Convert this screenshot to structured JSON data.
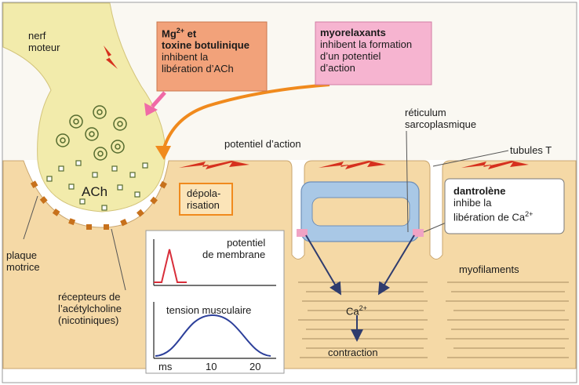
{
  "labels": {
    "nerf_line1": "nerf",
    "nerf_line2": "moteur",
    "mg_title_prefix": "Mg",
    "mg_title_sup": "2+",
    "mg_title_suffix": " et",
    "mg_title_line2": "toxine botulinique",
    "mg_text_line1": "inhibent la",
    "mg_text_line2": "libération d’ACh",
    "myo_title": "myorelaxants",
    "myo_text_line1": "inhibent la formation",
    "myo_text_line2": "d’un potentiel",
    "myo_text_line3": "d’action",
    "reticulum_line1": "réticulum",
    "reticulum_line2": "sarcoplasmique",
    "potentiel_action": "potentiel d’action",
    "tubules": "tubules T",
    "ach": "ACh",
    "depol_line1": "dépola-",
    "depol_line2": "risation",
    "dantrolene_title": "dantrolène",
    "dantrolene_line1": "inhibe la",
    "dantrolene_line2_prefix": "libération de Ca",
    "dantrolene_line2_sup": "2+",
    "plaque_line1": "plaque",
    "plaque_line2": "motrice",
    "recepteurs_line1": "récepteurs de",
    "recepteurs_line2": "l’acétylcholine",
    "recepteurs_line3": "(nicotiniques)",
    "potentiel_membrane_line1": "potentiel",
    "potentiel_membrane_line2": "de membrane",
    "tension": "tension musculaire",
    "myofilaments": "myofilaments",
    "ca_prefix": "Ca",
    "ca_sup": "2+",
    "contraction": "contraction",
    "axis_ms": "ms",
    "axis_10": "10",
    "axis_20": "20"
  },
  "colors": {
    "muscle": "#f5d9a6",
    "nerve": "#f2ebab",
    "mg_box": "#f2a27a",
    "myo_box": "#f6b4d0",
    "sr": "#a9c8e6",
    "lightning": "#d6301e",
    "arrow_orange": "#f08a1d",
    "arrow_pink": "#f06aa6",
    "receptor": "#c7711c",
    "curve_red": "#d82e3a",
    "curve_blue": "#2c3f9a",
    "dark_arrow": "#2f3c6e"
  }
}
